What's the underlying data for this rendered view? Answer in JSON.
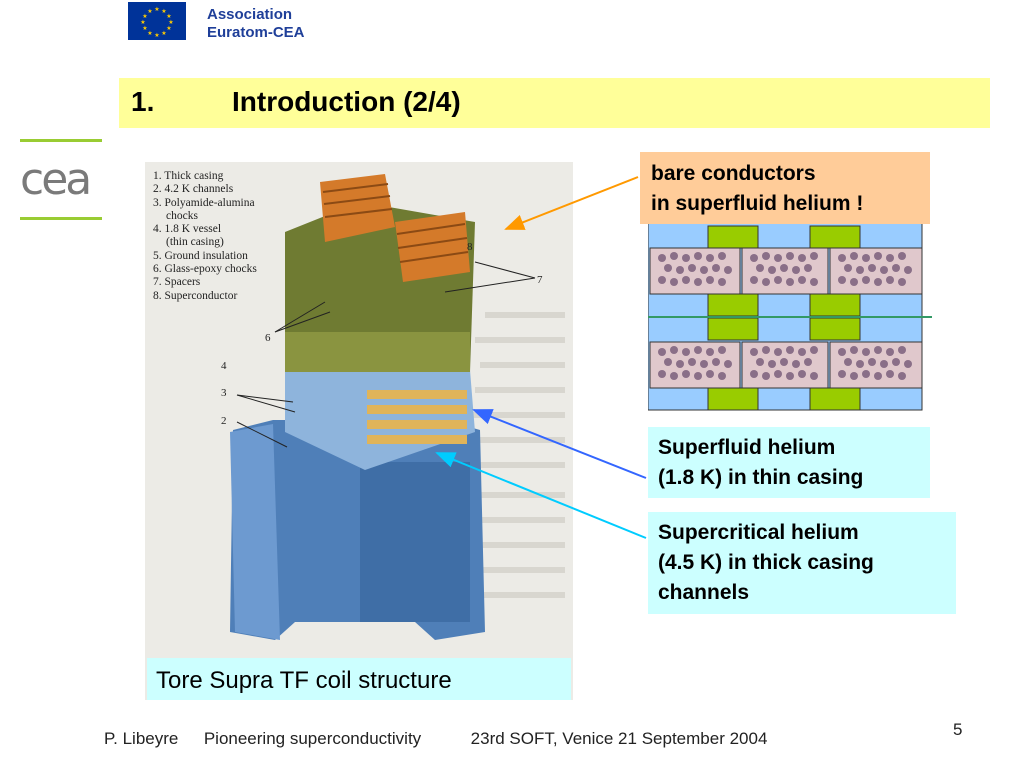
{
  "header": {
    "association_line1": "Association",
    "association_line2": "Euratom-CEA",
    "cea_logo_text": "cea"
  },
  "title": {
    "number": "1.",
    "text": "Introduction (2/4)",
    "bar_color": "#ffff99"
  },
  "figure": {
    "legend": [
      "1. Thick casing",
      "2. 4.2 K channels",
      "3. Polyamide-alumina",
      "chocks",
      "4. 1.8 K vessel",
      "(thin casing)",
      "5. Ground insulation",
      "6. Glass-epoxy chocks",
      "7. Spacers",
      "8. Superconductor"
    ],
    "callout_numbers": [
      "8",
      "7",
      "6",
      "4",
      "3",
      "2"
    ],
    "caption": "Tore Supra TF coil structure"
  },
  "callouts": {
    "bare_line1": "bare conductors",
    "bare_line2": "in superfluid helium !",
    "superfluid_line1": "Superfluid helium",
    "superfluid_line2": "(1.8 K) in thin casing",
    "supercritical_line1": "Supercritical helium",
    "supercritical_line2": "(4.5 K) in thick casing",
    "supercritical_line3": "channels"
  },
  "footer": {
    "author": "P. Libeyre",
    "talk": "Pioneering superconductivity",
    "event": "23rd SOFT, Venice 21 September 2004",
    "page": "5"
  },
  "colors": {
    "accent_green": "#99cc33",
    "association_blue": "#1f3f99",
    "cyan_box": "#ccffff",
    "orange_box": "#ffcc99",
    "arrow_orange": "#ff9900",
    "arrow_blue": "#3366ff",
    "arrow_cyan": "#00ccff"
  }
}
